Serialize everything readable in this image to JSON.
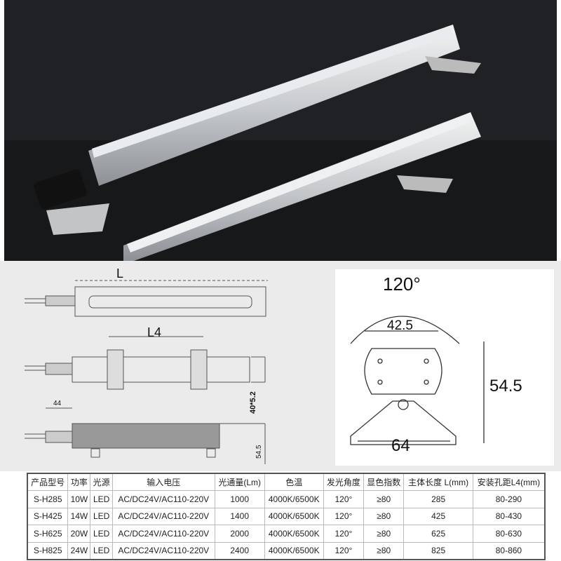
{
  "diagram": {
    "L": "L",
    "L4": "L4",
    "dim_44": "44",
    "dim_40x52": "40*5.2",
    "dim_545_side": "54.5",
    "angle": "120°",
    "width_top": "42.5",
    "height": "54.5",
    "width_bottom": "64"
  },
  "table": {
    "headers": [
      "产品型号",
      "功率",
      "光源",
      "输入电压",
      "光通量(Lm)",
      "色温",
      "发光角度",
      "显色指数",
      "主体长度 L(mm)",
      "安装孔距L4(mm)"
    ],
    "rows": [
      [
        "S-H285",
        "10W",
        "LED",
        "AC/DC24V/AC110-220V",
        "1000",
        "4000K/6500K",
        "120°",
        "≥80",
        "285",
        "80-290"
      ],
      [
        "S-H425",
        "14W",
        "LED",
        "AC/DC24V/AC110-220V",
        "1400",
        "4000K/6500K",
        "120°",
        "≥80",
        "425",
        "80-430"
      ],
      [
        "S-H625",
        "20W",
        "LED",
        "AC/DC24V/AC110-220V",
        "2000",
        "4000K/6500K",
        "120°",
        "≥80",
        "625",
        "80-630"
      ],
      [
        "S-H825",
        "24W",
        "LED",
        "AC/DC24V/AC110-220V",
        "2400",
        "4000K/6500K",
        "120°",
        "≥80",
        "825",
        "80-860"
      ]
    ]
  }
}
